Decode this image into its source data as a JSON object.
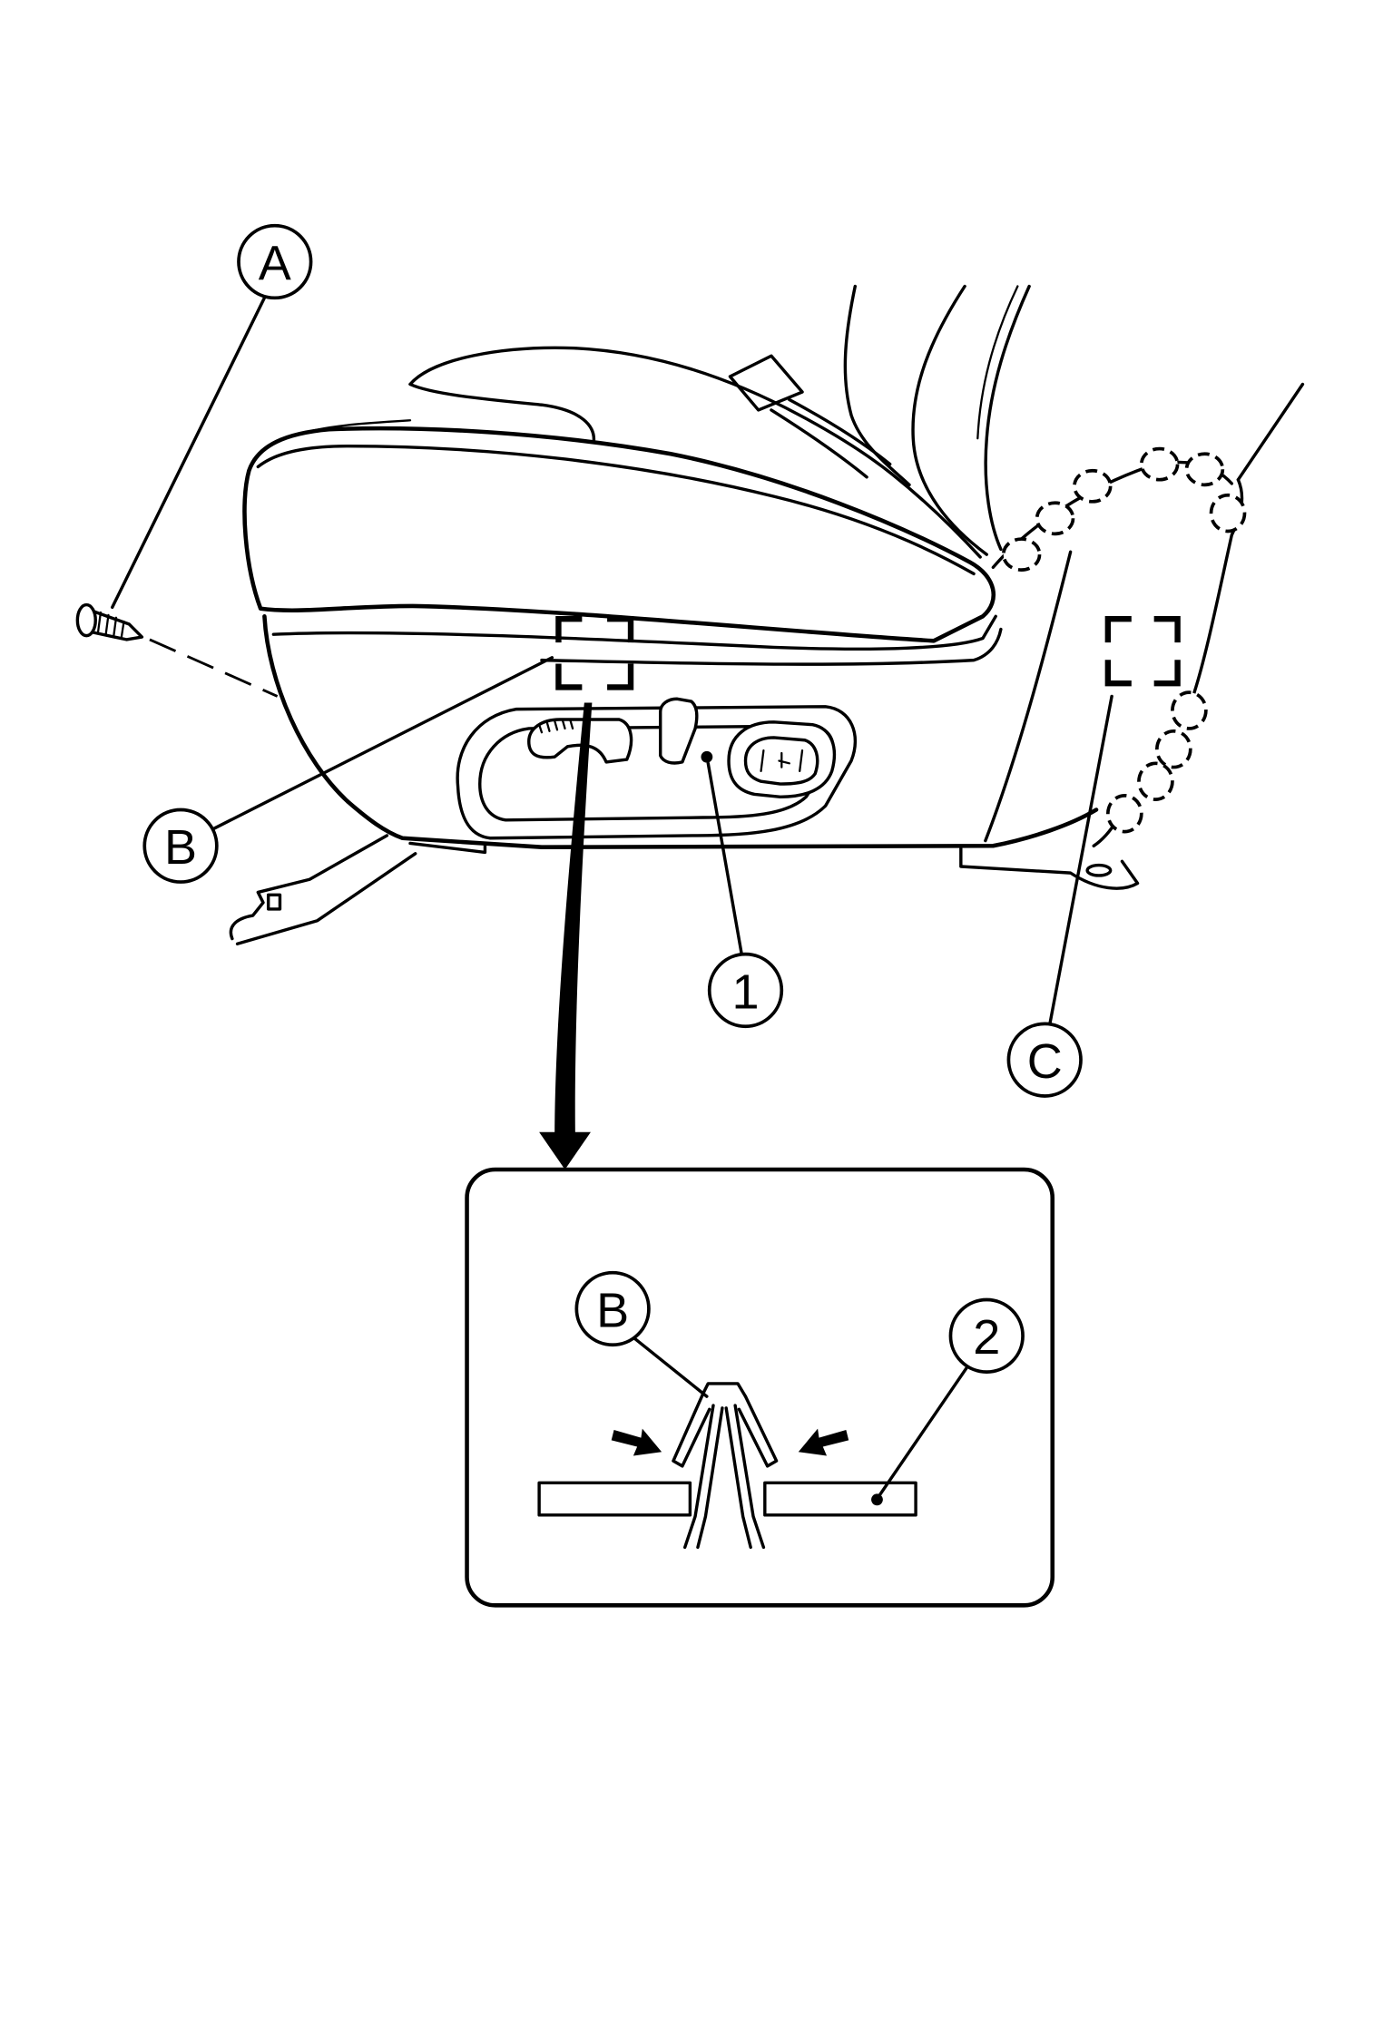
{
  "main_view": {
    "callouts": {
      "screw": "A",
      "clip_front": "B",
      "side_cover": "1",
      "clip_rear": "C"
    }
  },
  "inset": {
    "callouts": {
      "clip": "B",
      "panel": "2"
    }
  },
  "colors": {
    "line": "#000000",
    "background": "#ffffff"
  }
}
